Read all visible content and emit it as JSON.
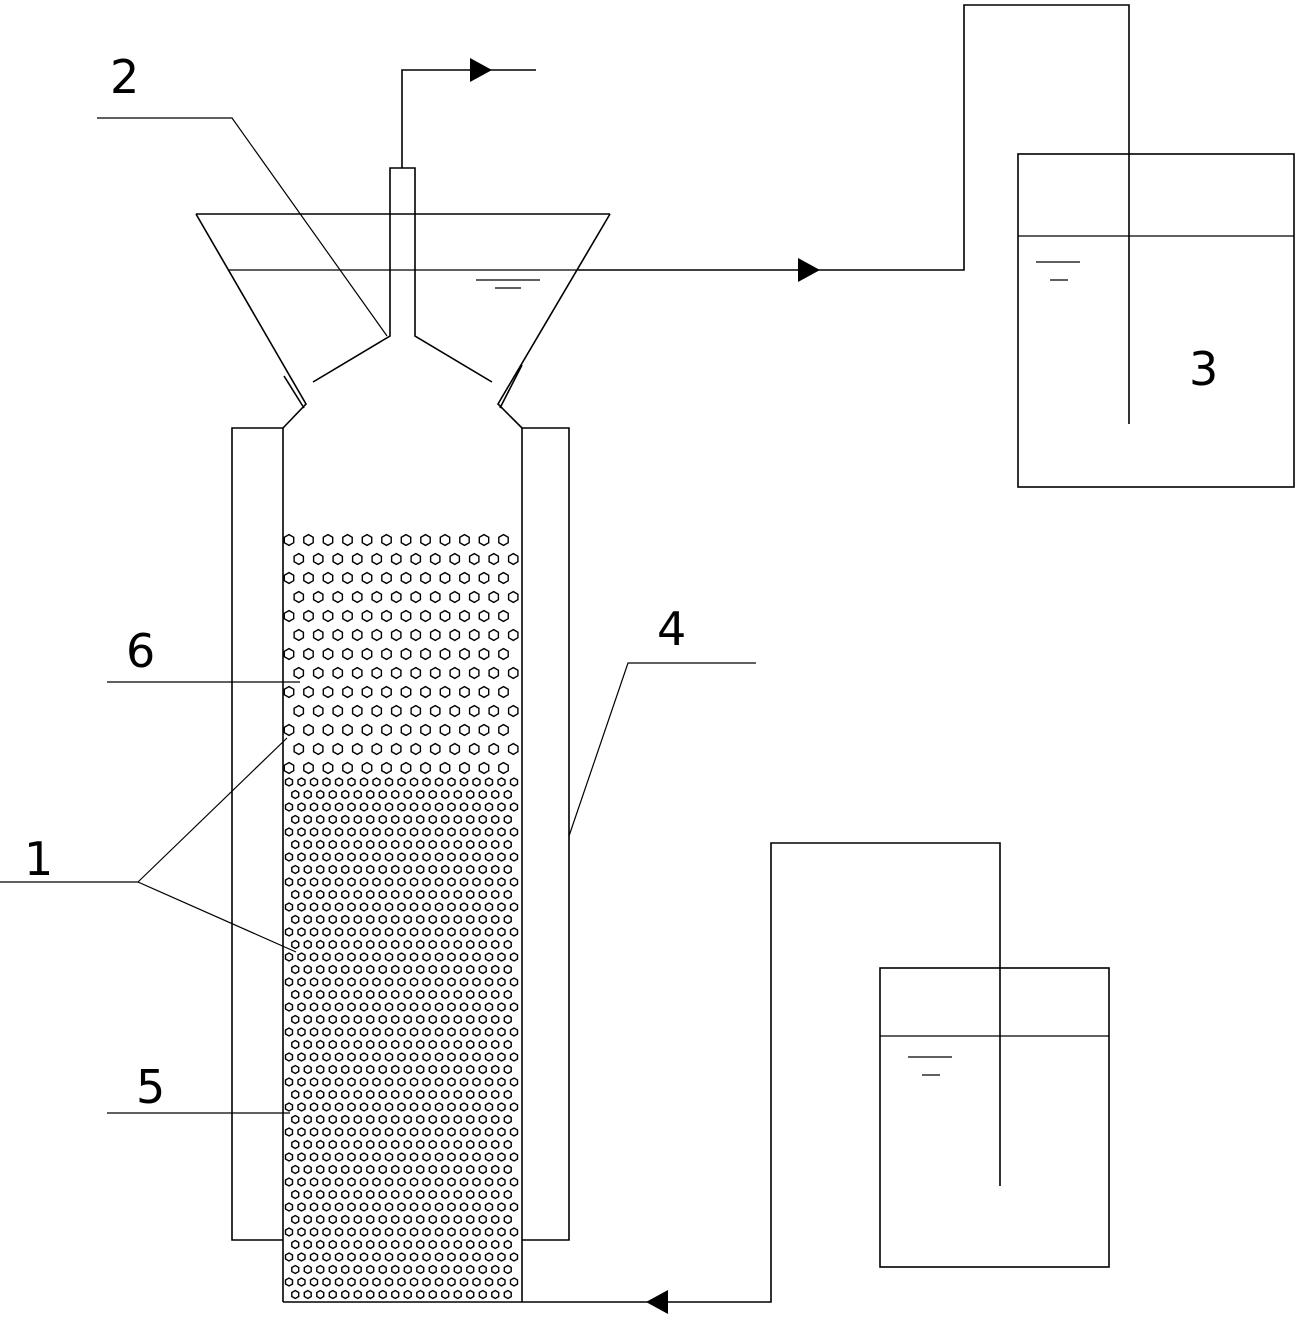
{
  "labels": {
    "l1": "1",
    "l2": "2",
    "l3": "3",
    "l4": "4",
    "l5": "5",
    "l6": "6"
  },
  "colors": {
    "line": "#000000",
    "background": "#ffffff"
  }
}
